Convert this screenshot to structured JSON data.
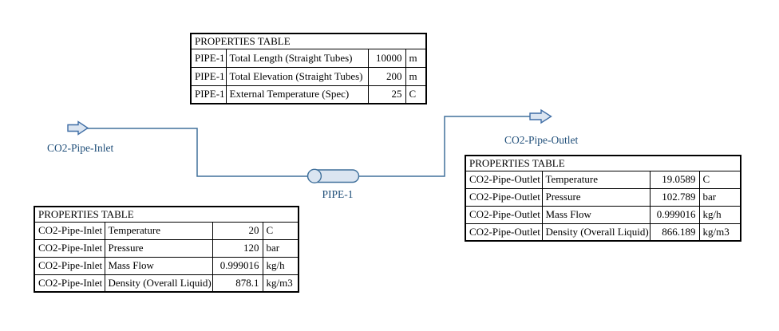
{
  "colors": {
    "stream_line": "#41719c",
    "shape_fill": "#dbe5f1",
    "shape_stroke": "#3e6da5",
    "stream_label_text": "#1f4e79",
    "table_border": "#000000",
    "table_text": "#000000"
  },
  "diagram": {
    "inlet_stream_label": "CO2-Pipe-Inlet",
    "outlet_stream_label": "CO2-Pipe-Outlet",
    "pipe_unit_label": "PIPE-1"
  },
  "tables": [
    {
      "id": "pipe-properties",
      "title": "PROPERTIES TABLE",
      "rows": [
        [
          "PIPE-1",
          "Total Length (Straight Tubes)",
          "10000",
          "m"
        ],
        [
          "PIPE-1",
          "Total Elevation (Straight Tubes)",
          "200",
          "m"
        ],
        [
          "PIPE-1",
          "External Temperature (Spec)",
          "25",
          "C"
        ]
      ]
    },
    {
      "id": "inlet-properties",
      "title": "PROPERTIES TABLE",
      "rows": [
        [
          "CO2-Pipe-Inlet",
          "Temperature",
          "20",
          "C"
        ],
        [
          "CO2-Pipe-Inlet",
          "Pressure",
          "120",
          "bar"
        ],
        [
          "CO2-Pipe-Inlet",
          "Mass Flow",
          "0.999016",
          "kg/h"
        ],
        [
          "CO2-Pipe-Inlet",
          "Density (Overall Liquid)",
          "878.1",
          "kg/m3"
        ]
      ]
    },
    {
      "id": "outlet-properties",
      "title": "PROPERTIES TABLE",
      "rows": [
        [
          "CO2-Pipe-Outlet",
          "Temperature",
          "19.0589",
          "C"
        ],
        [
          "CO2-Pipe-Outlet",
          "Pressure",
          "102.789",
          "bar"
        ],
        [
          "CO2-Pipe-Outlet",
          "Mass Flow",
          "0.999016",
          "kg/h"
        ],
        [
          "CO2-Pipe-Outlet",
          "Density (Overall Liquid)",
          "866.189",
          "kg/m3"
        ]
      ]
    }
  ]
}
